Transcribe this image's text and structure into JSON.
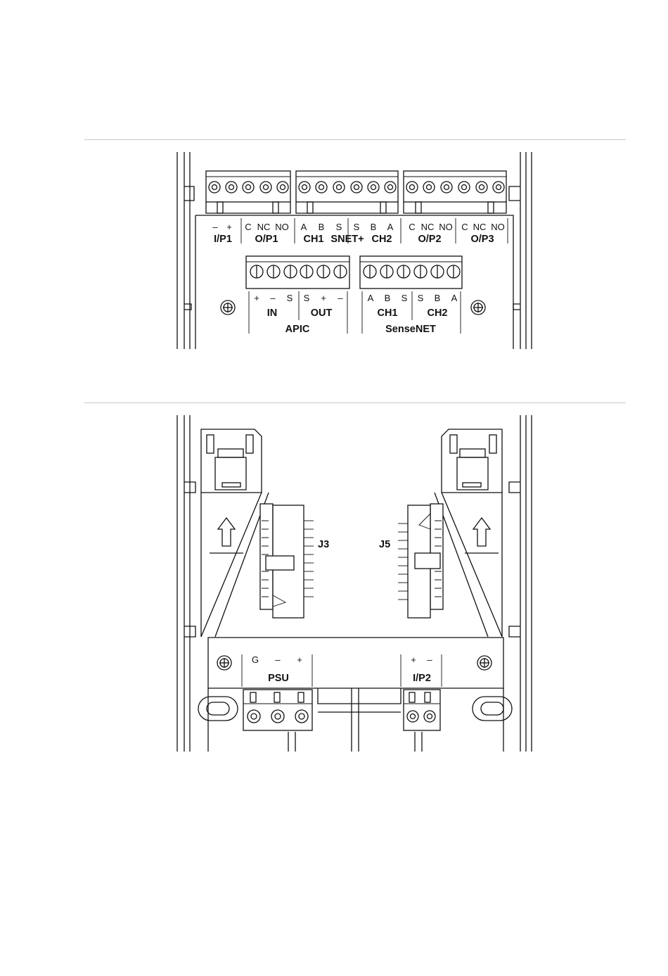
{
  "figure1": {
    "top_row": [
      {
        "name": "I/P1",
        "pins": [
          "–",
          "+"
        ]
      },
      {
        "name": "O/P1",
        "pins": [
          "C",
          "NC",
          "NO"
        ]
      },
      {
        "name": "CH1",
        "pins": [
          "A",
          "B",
          "S"
        ]
      },
      {
        "name": "SNET+",
        "pins": []
      },
      {
        "name": "CH2",
        "pins": [
          "S",
          "B",
          "A"
        ]
      },
      {
        "name": "O/P2",
        "pins": [
          "C",
          "NC",
          "NO"
        ]
      },
      {
        "name": "O/P3",
        "pins": [
          "C",
          "NC",
          "NO"
        ]
      }
    ],
    "apic": {
      "title": "APIC",
      "in": {
        "name": "IN",
        "pins": [
          "+",
          "–",
          "S"
        ]
      },
      "out": {
        "name": "OUT",
        "pins": [
          "S",
          "+",
          "–"
        ]
      }
    },
    "sensenet": {
      "title": "SenseNET",
      "ch1": {
        "name": "CH1",
        "pins": [
          "A",
          "B",
          "S"
        ]
      },
      "ch2": {
        "name": "CH2",
        "pins": [
          "S",
          "B",
          "A"
        ]
      }
    }
  },
  "figure2": {
    "connectors": {
      "left": "J3",
      "right": "J5"
    },
    "psu": {
      "name": "PSU",
      "pins": [
        "G",
        "–",
        "+"
      ]
    },
    "ip2": {
      "name": "I/P2",
      "pins": [
        "+",
        "–"
      ]
    }
  }
}
